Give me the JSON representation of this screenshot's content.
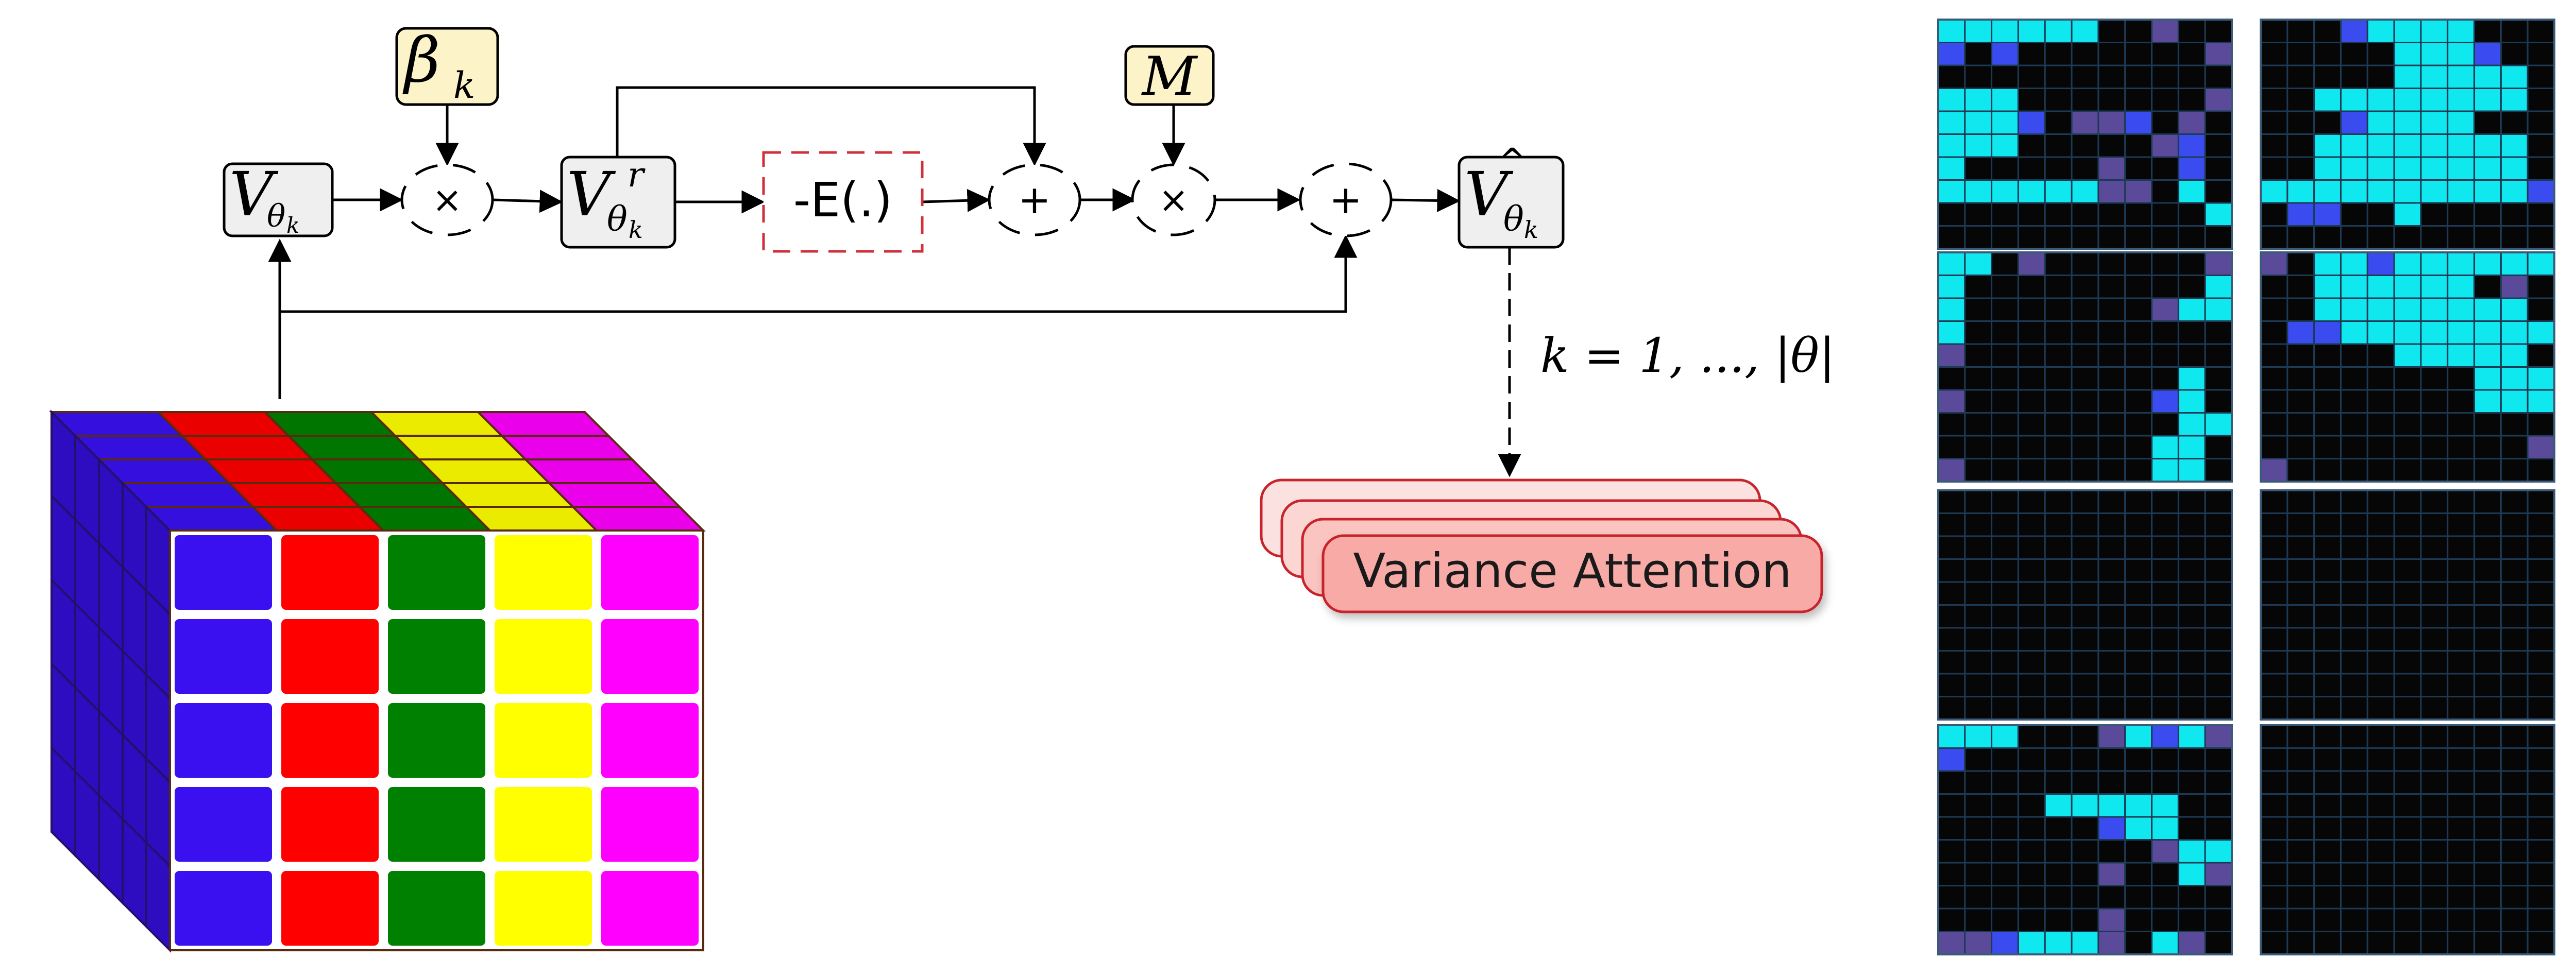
{
  "flow": {
    "v_node": {
      "base": "V",
      "sub": "θ",
      "subsub": "k"
    },
    "beta_node": {
      "base": "β",
      "sub": "k"
    },
    "vr_node": {
      "base": "V",
      "sup": "r",
      "sub": "θ",
      "subsub": "k"
    },
    "energy_node": {
      "label": "-E(.)"
    },
    "m_node": {
      "label": "M"
    },
    "vhat_node": {
      "base": "V",
      "hat": "^",
      "sub": "θ",
      "subsub": "k"
    },
    "multiply_symbol": "×",
    "add_symbol": "+",
    "loop_label": "k = 1, ..., |θ|",
    "attention_label": "Variance Attention"
  },
  "cube_colors": [
    "#3a10f0",
    "#ff0000",
    "#008000",
    "#ffff00",
    "#ff00ff"
  ],
  "colors": {
    "node_fill": "#efefef",
    "highlight_fill": "#fdf3c8",
    "energy_border": "#d0303a",
    "attention_fill": "#f8aaa6",
    "attention_border": "#c8242c",
    "grid_bg": "#060606",
    "grid_line": "#1d3a55",
    "cyan": "#10e8f0",
    "blue": "#3a4cf0",
    "purple": "#5b4a9a"
  },
  "attention_maps": [
    [
      "cccccc..x..",
      "b.b.......x",
      "...........",
      "ccc.......x",
      "cccb.xxb.x.",
      "ccc.....xb.",
      "c.....x..b.",
      "ccccccxx.c.",
      "..........c",
      "..........."
    ],
    [
      "...bcccc...",
      ".....cccb..",
      ".....ccccc.",
      "..cccccccc.",
      "...bcccc...",
      "..cccccccc.",
      "..cccccccc.",
      "ccccccccccb",
      ".bb..c.....",
      "..........."
    ],
    [
      "cc.x......x",
      "c.........c",
      "c.......xcc",
      "c..........",
      "x...........",
      ".........c.",
      "x.......bc.",
      ".........cc",
      "........cc.",
      "x.......cc."
    ],
    [
      "x.ccbcccccc",
      "..cccccc.x.",
      "..cccccccc.",
      ".bbcccccccc",
      ".....ccccc.",
      "........ccc",
      "........ccc",
      "...........",
      "..........x",
      "x.........."
    ],
    [
      "...........",
      "...........",
      "...........",
      "...........",
      "...........",
      "...........",
      "...........",
      "...........",
      "...........",
      "..........."
    ],
    [
      "...........",
      "...........",
      "...........",
      "...........",
      "...........",
      "...........",
      "...........",
      "...........",
      "...........",
      "..........."
    ],
    [
      "ccc...xcbcx",
      "b..........",
      "...........",
      "....ccccc..",
      "......bcc..",
      "........xcc",
      "......x..cx",
      "...........",
      "......x....",
      "xxbcccx.cx."
    ],
    [
      "...........",
      "...........",
      "...........",
      "...........",
      "...........",
      "...........",
      "...........",
      "...........",
      "...........",
      "..........."
    ]
  ]
}
